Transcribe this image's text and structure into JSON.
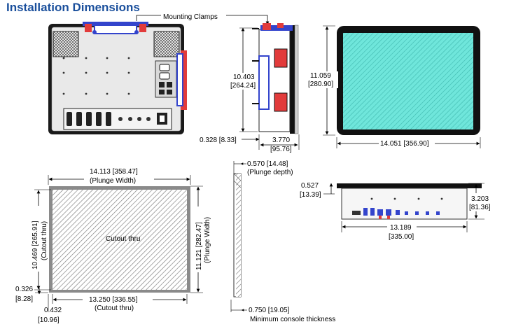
{
  "title": "Installation Dimensions",
  "labels": {
    "mounting_clamps": "Mounting Clamps",
    "side_height_in": "10.403",
    "side_height_mm": "[264.24]",
    "side_offset": "0.328 [8.33]",
    "side_depth_in": "3.770",
    "side_depth_mm": "[95.76]",
    "front_height_in": "11.059",
    "front_height_mm": "[280.90]",
    "front_width": "14.051 [356.90]",
    "plunge_width_h": "14.113 [358.47]",
    "plunge_width_h_sub": "(Plunge Width)",
    "cutout_height": "10.469 [265.91]",
    "cutout_height_sub": "(Cutout thru)",
    "plunge_width_v": "11.121 [282.47]",
    "plunge_width_v_sub": "(Plunge Width)",
    "cutout_thru": "Cutout thru",
    "border_a_in": "0.326",
    "border_a_mm": "[8.28]",
    "cutout_width": "13.250 [336.55]",
    "cutout_width_sub": "(Cutout thru)",
    "border_b_in": "0.432",
    "border_b_mm": "[10.96]",
    "plunge_depth": "0.570 [14.48]",
    "plunge_depth_sub": "(Plunge depth)",
    "min_console": "0.750 [19.05]",
    "min_console_sub": "Minimum console thickness",
    "top_offset_in": "0.527",
    "top_offset_mm": "[13.39]",
    "top_depth_in": "3.203",
    "top_depth_mm": "[81.36]",
    "top_width_in": "13.189",
    "top_width_mm": "[335.00]"
  },
  "colors": {
    "title": "#1a4f9c",
    "screen": "#5fe3d8",
    "bezel": "#111111",
    "clamp_blue": "#3344cc",
    "clamp_red": "#e23b3b",
    "panel_gray": "#e7e7e7"
  }
}
